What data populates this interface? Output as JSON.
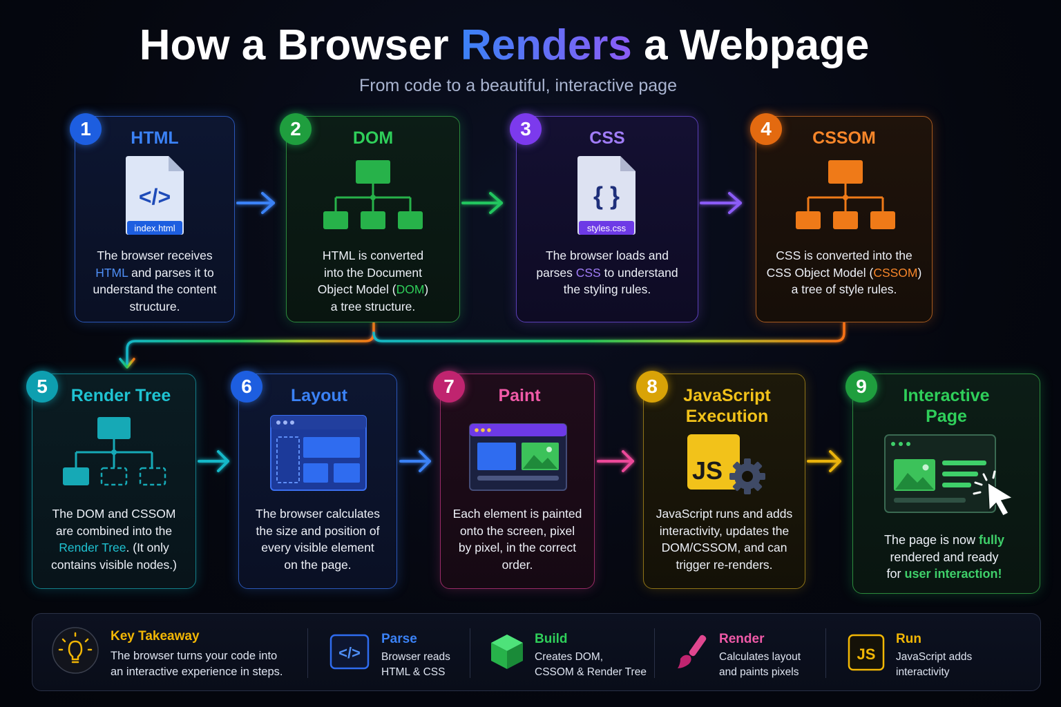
{
  "header": {
    "title_pre": "How a Browser ",
    "title_accent": "Renders",
    "title_post": " a Webpage",
    "subtitle": "From code to a beautiful, interactive page"
  },
  "steps": [
    {
      "number": "1",
      "title": "HTML",
      "file_label": "index.html",
      "icon": "html-file-icon",
      "text_a": "The browser receives",
      "text_hl": "HTML",
      "text_b": " and parses it to",
      "text_c": "understand the content",
      "text_d": "structure.",
      "color": "#3b82f6"
    },
    {
      "number": "2",
      "title": "DOM",
      "icon": "dom-tree-icon",
      "text_a": "HTML is converted",
      "text_b": "into the Document",
      "text_c": "Object Model (",
      "text_hl": "DOM",
      "text_d": ")",
      "text_e": "a tree structure.",
      "color": "#22c55e"
    },
    {
      "number": "3",
      "title": "CSS",
      "file_label": "styles.css",
      "icon": "css-file-icon",
      "text_a": "The browser loads and",
      "text_b": "parses ",
      "text_hl": "CSS",
      "text_c": " to understand",
      "text_d": "the styling rules.",
      "color": "#8b5cf6"
    },
    {
      "number": "4",
      "title": "CSSOM",
      "icon": "cssom-tree-icon",
      "text_a": "CSS is converted into the",
      "text_b": "CSS Object Model (",
      "text_hl": "CSSOM",
      "text_c": ")",
      "text_d": "a tree of style rules.",
      "color": "#f97316"
    },
    {
      "number": "5",
      "title": "Render Tree",
      "icon": "render-tree-icon",
      "text_a": "The DOM and CSSOM",
      "text_b": "are combined into the",
      "text_hl": "Render Tree",
      "text_c": ". (It only",
      "text_d": "contains visible nodes.)",
      "color": "#14b8c8"
    },
    {
      "number": "6",
      "title": "Layout",
      "icon": "layout-icon",
      "text_a": "The browser calculates",
      "text_b": "the size and position of",
      "text_c": "every visible element",
      "text_d": "on the page.",
      "color": "#3b82f6"
    },
    {
      "number": "7",
      "title": "Paint",
      "icon": "paint-icon",
      "text_a": "Each element is painted",
      "text_b": "onto the screen, pixel",
      "text_c": "by pixel, in the correct",
      "text_d": "order.",
      "color": "#ec4899"
    },
    {
      "number": "8",
      "title_a": "JavaScript",
      "title_b": "Execution",
      "js_label": "JS",
      "icon": "javascript-gear-icon",
      "text_a": "JavaScript runs and adds",
      "text_b": "interactivity, updates the",
      "text_c": "DOM/CSSOM, and can",
      "text_d": "trigger re-renders.",
      "color": "#eab308"
    },
    {
      "number": "9",
      "title_a": "Interactive",
      "title_b": "Page",
      "icon": "interactive-page-icon",
      "text_a": "The page is now ",
      "text_hl": "fully",
      "text_b": "rendered and ready",
      "text_c": "for ",
      "text_hl2": "user interaction!",
      "color": "#22c55e"
    }
  ],
  "takeaways": {
    "key_title": "Key Takeaway",
    "key_text_a": "The browser turns your code into",
    "key_text_b": "an interactive experience in steps.",
    "items": [
      {
        "title": "Parse",
        "text_a": "Browser reads",
        "text_b": "HTML & CSS",
        "icon": "code-icon"
      },
      {
        "title": "Build",
        "text_a": "Creates DOM,",
        "text_b": "CSSOM & Render Tree",
        "icon": "cube-icon"
      },
      {
        "title": "Render",
        "text_a": "Calculates layout",
        "text_b": "and paints pixels",
        "icon": "brush-icon"
      },
      {
        "title": "Run",
        "text_a": "JavaScript adds",
        "text_b": "interactivity",
        "icon": "js-icon",
        "badge": "JS"
      }
    ]
  },
  "colors": {
    "blue": "#3b82f6",
    "green": "#22c55e",
    "purple": "#8b5cf6",
    "orange": "#f97316",
    "teal": "#14b8c8",
    "pink": "#ec4899",
    "yellow": "#eab308"
  }
}
